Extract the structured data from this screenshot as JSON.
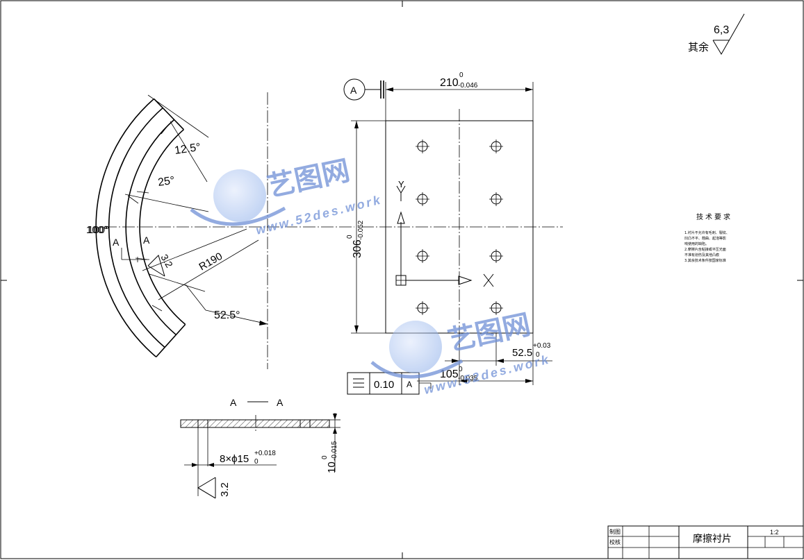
{
  "roughness_other": {
    "label": "其余",
    "value": "6,3"
  },
  "datum": "A",
  "dims": {
    "width": "210",
    "width_tol_upper": "0",
    "width_tol_lower": "-0.046",
    "height": "306",
    "height_tol_upper": "0",
    "height_tol_lower": "-0.052",
    "half_width": "105",
    "half_tol_upper": "0",
    "half_tol_lower": "-0.035",
    "offset": "52.5",
    "offset_tol_upper": "+0.03",
    "offset_tol_lower": "0",
    "radius": "R190",
    "angle1": "12.5°",
    "angle2": "25°",
    "angle3": "52.5°",
    "angle4": "100°",
    "roughness_arc": "3.2",
    "holes": "8×ϕ15",
    "holes_tol_upper": "+0.018",
    "holes_tol_lower": "0",
    "thickness": "10",
    "thickness_tol_upper": "0",
    "thickness_tol_lower": "-0.015",
    "roughness_section": "3.2"
  },
  "section_label": {
    "left": "A",
    "right": "A",
    "sep": "——"
  },
  "section_marks": {
    "left": "A",
    "right": "A"
  },
  "axes": {
    "y": "Y",
    "x": "X"
  },
  "tolerance_frame": {
    "symbol": "═",
    "value": "0.10",
    "datum": "A"
  },
  "tech_requirements": {
    "title": "技术要求",
    "items": [
      "1.衬片不允许有毛刺、裂纹、",
      "凹凸不平、翘曲、起泡等影",
      "响使用的缺陷。",
      "2.摩擦片含粘接或平压光面",
      "不准有划伤及其他凸痕",
      "3.其余技术条件按国家标准"
    ]
  },
  "title_block": {
    "drawn": "制图",
    "checked": "校核",
    "part_name": "摩擦衬片",
    "scale": "1:2"
  },
  "watermark": {
    "brand": "艺图网",
    "url": "www.52des.work"
  },
  "colors": {
    "line": "#000000",
    "watermark": "#6f90d6"
  }
}
